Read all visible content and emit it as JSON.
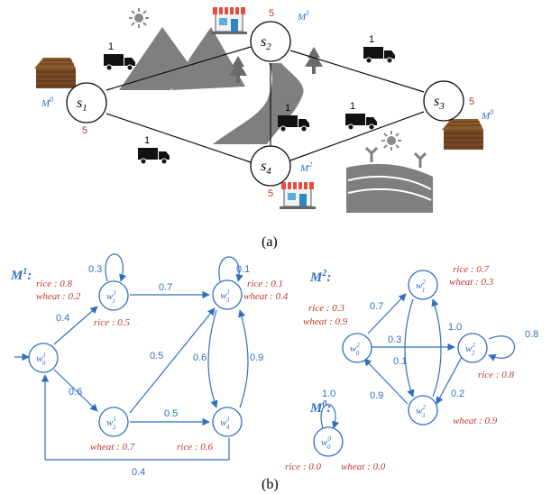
{
  "map": {
    "nodes": [
      {
        "id": "s1",
        "label_main": "s",
        "label_sub": "1",
        "capacity": "5",
        "machine_main": "M",
        "machine_sup": "0"
      },
      {
        "id": "s2",
        "label_main": "s",
        "label_sub": "2",
        "capacity": "5",
        "machine_main": "M",
        "machine_sup": "1"
      },
      {
        "id": "s3",
        "label_main": "s",
        "label_sub": "3",
        "capacity": "5",
        "machine_main": "M",
        "machine_sup": "0"
      },
      {
        "id": "s4",
        "label_main": "s",
        "label_sub": "4",
        "capacity": "5",
        "machine_main": "M",
        "machine_sup": "2"
      }
    ],
    "edge_costs": [
      "1",
      "1",
      "1",
      "1",
      "1"
    ]
  },
  "captions": {
    "a": "(a)",
    "b": "(b)"
  },
  "machines": {
    "M1": {
      "title_main": "M",
      "title_sup": "1",
      "colon": ":",
      "states": [
        {
          "main": "w",
          "sup": "1",
          "sub": "0"
        },
        {
          "main": "w",
          "sup": "1",
          "sub": "1"
        },
        {
          "main": "w",
          "sup": "1",
          "sub": "2"
        },
        {
          "main": "w",
          "sup": "1",
          "sub": "3"
        },
        {
          "main": "w",
          "sup": "1",
          "sub": "4"
        }
      ],
      "probs": [
        "0.3",
        "0.4",
        "0.7",
        "0.6",
        "0.5",
        "0.5",
        "0.1",
        "0.6",
        "0.9",
        "0.4"
      ],
      "outputs": [
        "rice : 0.8",
        "wheat : 0.2",
        "rice : 0.5",
        "rice : 0.1",
        "wheat : 0.4",
        "wheat : 0.7",
        "rice : 0.6"
      ]
    },
    "M2": {
      "title_main": "M",
      "title_sup": "2",
      "colon": ":",
      "states": [
        {
          "main": "w",
          "sup": "2",
          "sub": "0"
        },
        {
          "main": "w",
          "sup": "2",
          "sub": "1"
        },
        {
          "main": "w",
          "sup": "2",
          "sub": "2"
        },
        {
          "main": "w",
          "sup": "2",
          "sub": "3"
        }
      ],
      "probs": [
        "0.7",
        "0.3",
        "0.1",
        "1.0",
        "0.9",
        "0.2",
        "0.8"
      ],
      "outputs": [
        "rice : 0.7",
        "wheat : 0.3",
        "rice : 0.3",
        "wheat : 0.9",
        "rice : 0.8",
        "wheat : 0.9"
      ]
    },
    "M0": {
      "title_main": "M",
      "title_sup": "0",
      "colon": ":",
      "states": [
        {
          "main": "w",
          "sup": "0",
          "sub": "0"
        }
      ],
      "probs": [
        "1.0"
      ],
      "outputs": [
        "rice : 0.0",
        "wheat : 0.0"
      ]
    }
  },
  "colors": {
    "blue": "#2f6fbf",
    "red": "#c0392b",
    "gray": "#7f7f7f",
    "house": "#7a4a26"
  }
}
